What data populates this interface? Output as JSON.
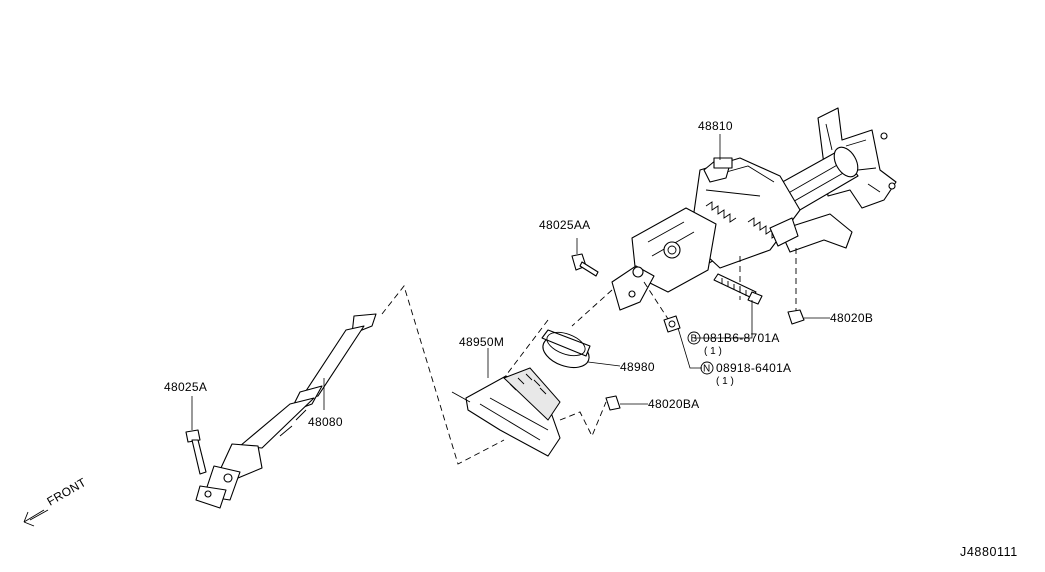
{
  "labels": {
    "p48810": "48810",
    "p48025AA": "48025AA",
    "p48020B": "48020B",
    "p081B6": "081B6-8701A",
    "p081B6_qty": "( 1 )",
    "p08918": "08918-6401A",
    "p08918_qty": "( 1 )",
    "p48950M": "48950M",
    "p48980": "48980",
    "p48020BA": "48020BA",
    "p48025A": "48025A",
    "p48080": "48080",
    "front": "FRONT",
    "diagram_code": "J4880111"
  },
  "symbols": {
    "bolt_marker": "B",
    "nut_marker": "N"
  },
  "icons": {
    "front_arrow": "front-arrow-icon"
  }
}
